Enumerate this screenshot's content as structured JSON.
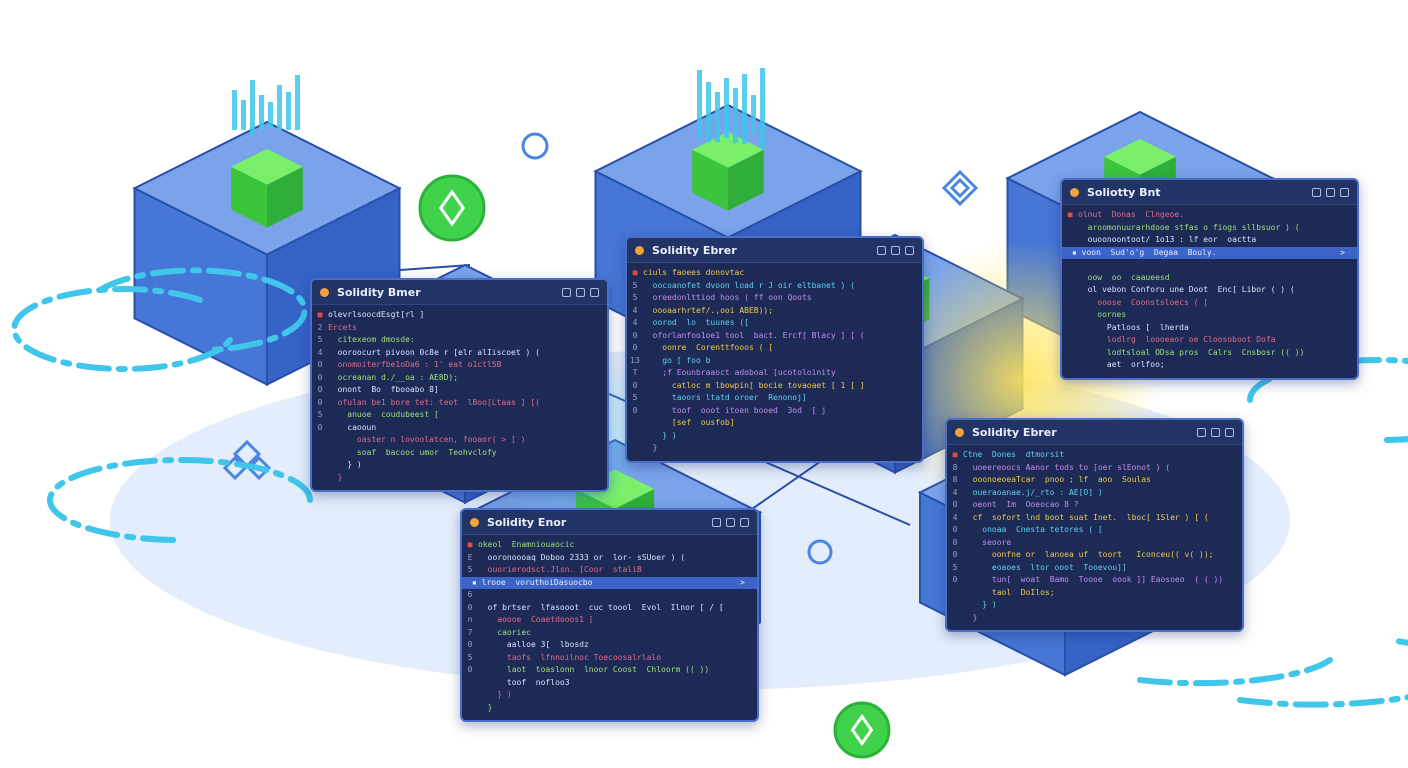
{
  "colors": {
    "cube_top": "#7aa3ea",
    "cube_left": "#4676d6",
    "cube_right": "#3563c6",
    "cube_edge": "#2a4fa8",
    "green": "#4fd84f",
    "accent_cyan": "#3fc6ea",
    "floor": "#e3edfb",
    "glow_yellow": "#f7d23a"
  },
  "token_colors": [
    "#d9e3ff",
    "#f0c94a",
    "#e46a8a",
    "#5fd2f0",
    "#9fe07a",
    "#c58cf0"
  ],
  "windows": [
    {
      "title": "Solidity Bmer",
      "gutter": [
        "■",
        "2",
        "5",
        "4",
        "0",
        "0",
        "0",
        "0",
        "5",
        "0"
      ],
      "lines": [
        "olevrlsoocdEsgt[rl ]",
        "Ercets",
        "  citexeom dmosde:",
        "  ooroocurt pivoon 0c8e r [elr alIiscoet ) (",
        "  onomoiterfbe1oDa6 : 1' eat o1ctl5B",
        "  ocreanan d./__oa : AE8D);",
        "  onont  Bo  fbooabo 8]",
        "  ofulan be1 bore tet: teot  lBoo[Ltaas ] [(",
        "    anuoe  coudubeest [",
        "    caooun",
        "      oaster n lovoolatcen, fooaor( > [ )",
        "      soaf  bacooc umor  Teohvclofy",
        "    } )",
        "  }"
      ]
    },
    {
      "title": "Solidity Ebrer",
      "gutter": [
        "■",
        "5",
        "5",
        "4",
        "4",
        "0",
        "0",
        "13",
        "T",
        "0",
        "5",
        "0"
      ],
      "lines": [
        "ciuls faoees donovtac",
        "  oocoanofet dvoon load r J oir eltbanet ) (",
        "  oreedonlttiod hoos ( ff oon Qoots",
        "  oooaarhrtef/.,ooi ABEB));",
        "  oorod  lo  tuunes ([",
        "  oforlanfoo1oe1 tool  bact. Ercf[ Blacy ] [ (",
        "    oonre  Corenttfooos ( [",
        "    go [ foo b",
        "    ;f Eounbraaoct adoboal [ucotoloinity",
        "      catloc m lbowpin[ bocie tovaoaet [ 1 [ ]",
        "      taoors ltatd oroer  Renonoj]",
        "      toof  ooot itoen booed  3od  [ j",
        "      [sef  ousfob]",
        "    } )",
        "  }"
      ]
    },
    {
      "title": "Soliotty Bnt",
      "gutter": [
        "■",
        "",
        "",
        "",
        "",
        "",
        "",
        "",
        "",
        ""
      ],
      "highlight": "▪ voon  Sud'o'g  Degaa  Bouly.",
      "highlight_chev": ">",
      "lines": [
        "olnut  Donas  Clngeoe.",
        "  aroomonuurarhdooe stfas o fiogs sllbsuor ) (",
        "  ouoonoontoot/ 1o13 : lf eor  oactta",
        "",
        "  oow  oo  caaueesd",
        "  ol vebon Conforu une Doot  Enc[ Libor ( ) (",
        "    ooose  Coonstsloecs ( [",
        "    oornes",
        "      Patloos [  lherda",
        "      lodlrg  loooeaor oe Cloosoboot Dofa",
        "      lodtsloal ODsa pros  Calrs  Cnsbosr (( ))",
        "      aet  orlfoo;"
      ]
    },
    {
      "title": "Solidity Ebrer",
      "gutter": [
        "■",
        "8",
        "8",
        "4",
        "0",
        "4",
        "0",
        "0",
        "0",
        "5",
        "0"
      ],
      "lines": [
        "Ctne  Dones  dtmorsit",
        "  uoeereoocs Aanor tods to [oer slEonot ) (",
        "  ooonoeoeaTcar  pnoo ; lf  aoo  Soulas",
        "  oueraoanae.j/_rto : AE[O] )",
        "  oeont  Im  Ooeocao 8 ?",
        "  cf  sofort lnd boot suat Inet.  lboc[ 1Sler ) [ (",
        "    onoaa  Cnesta tetores ( [",
        "    seoore",
        "      oonfne or  lanoea uf  toort   Iconceu(( v( ));",
        "      eoaoes  ltor ooot  Tooevou]]",
        "      tun[  woat  Bamo  Toooe  oook ]] Eaosoeo  ( ( ))",
        "      taol  DoIlos;",
        "    } )",
        "  }"
      ]
    },
    {
      "title": "Solidity Enor",
      "gutter": [
        "■",
        "E",
        "5",
        "6",
        "0",
        "n",
        "7",
        "0",
        "5",
        "0"
      ],
      "highlight": "▪ lrooe  voruthoiDasuocbo",
      "highlight_chev": ">",
      "lines": [
        "okeol  Enamniouaocic",
        "  ooronoooaq Doboo 2333 or  lor- sSUoer ) (",
        "  ouorierodsct.Jlsn. [Coor  staliB",
        "",
        "  of brtser  lfasooot  cuc toool  Evol  Ilnor [ / [",
        "    aoooe  Coaetdooos1 [",
        "    caoriec",
        "      aalloe 3[  lbosdz",
        "      taofs  lfnnoilnoc Toecoosalrlalo",
        "      laot  toaslonn  lnoor Coost  Chloorm (( ))",
        "      toof  nofloo3",
        "    } )",
        "  }"
      ]
    }
  ]
}
